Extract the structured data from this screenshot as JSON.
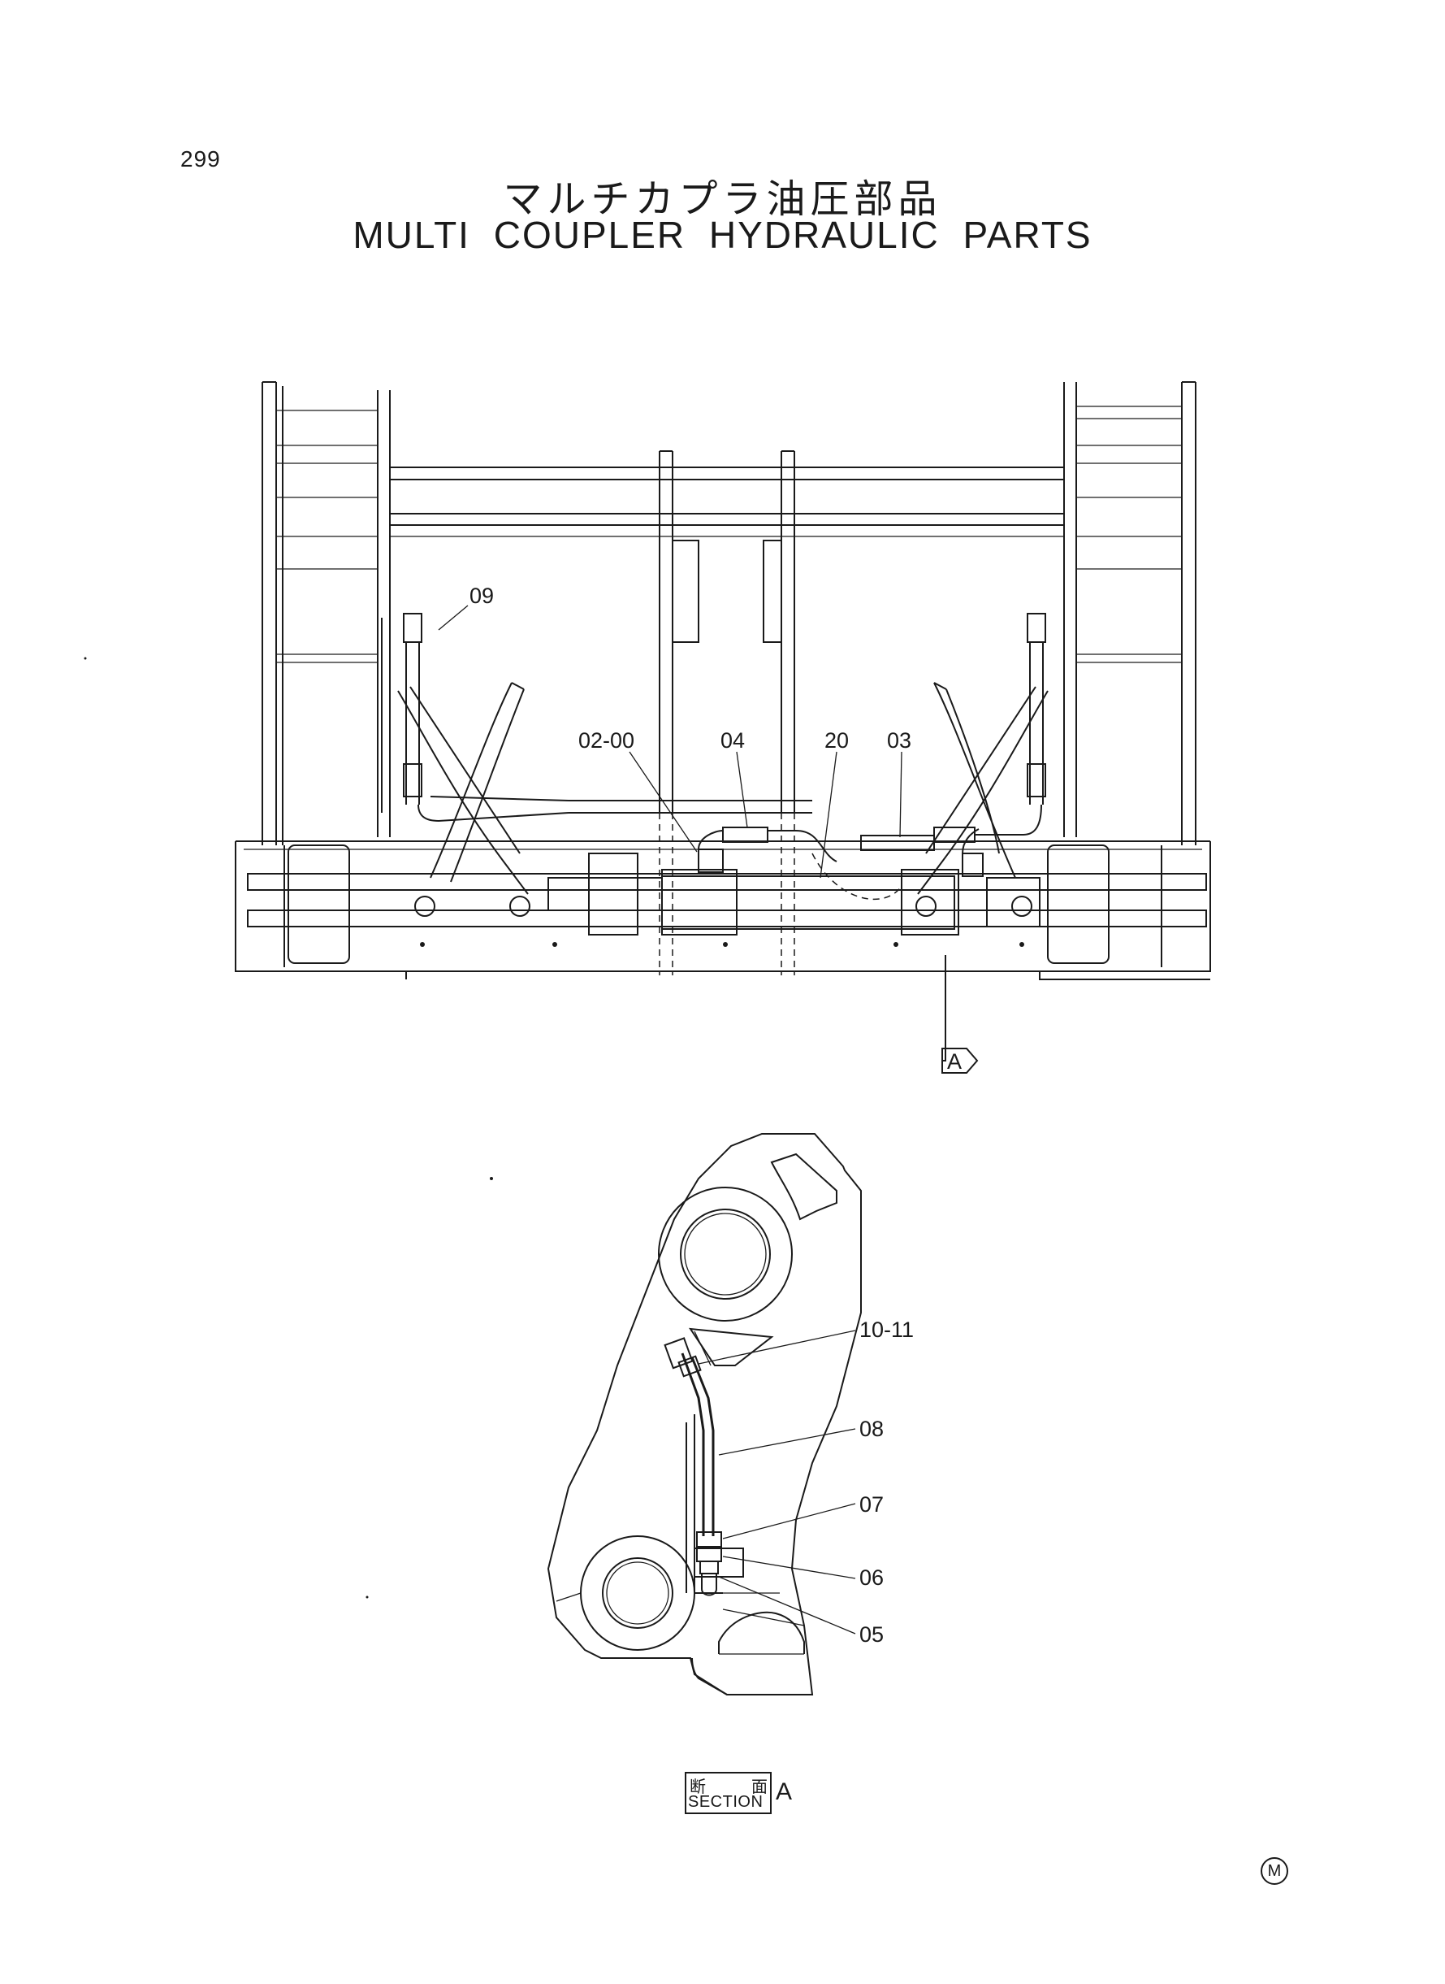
{
  "page_number": "299",
  "title_jp": "マルチカプラ油圧部品",
  "title_en": "MULTI COUPLER HYDRAULIC PARTS",
  "view_marker": "A",
  "callouts_front": [
    "09",
    "02-00",
    "04",
    "20",
    "03"
  ],
  "callouts_section": [
    "10-11",
    "08",
    "07",
    "06",
    "05"
  ],
  "section_label": {
    "jp_left": "断",
    "jp_right": "面",
    "en": "SECTION",
    "letter": "A"
  },
  "corner_mark": "M"
}
